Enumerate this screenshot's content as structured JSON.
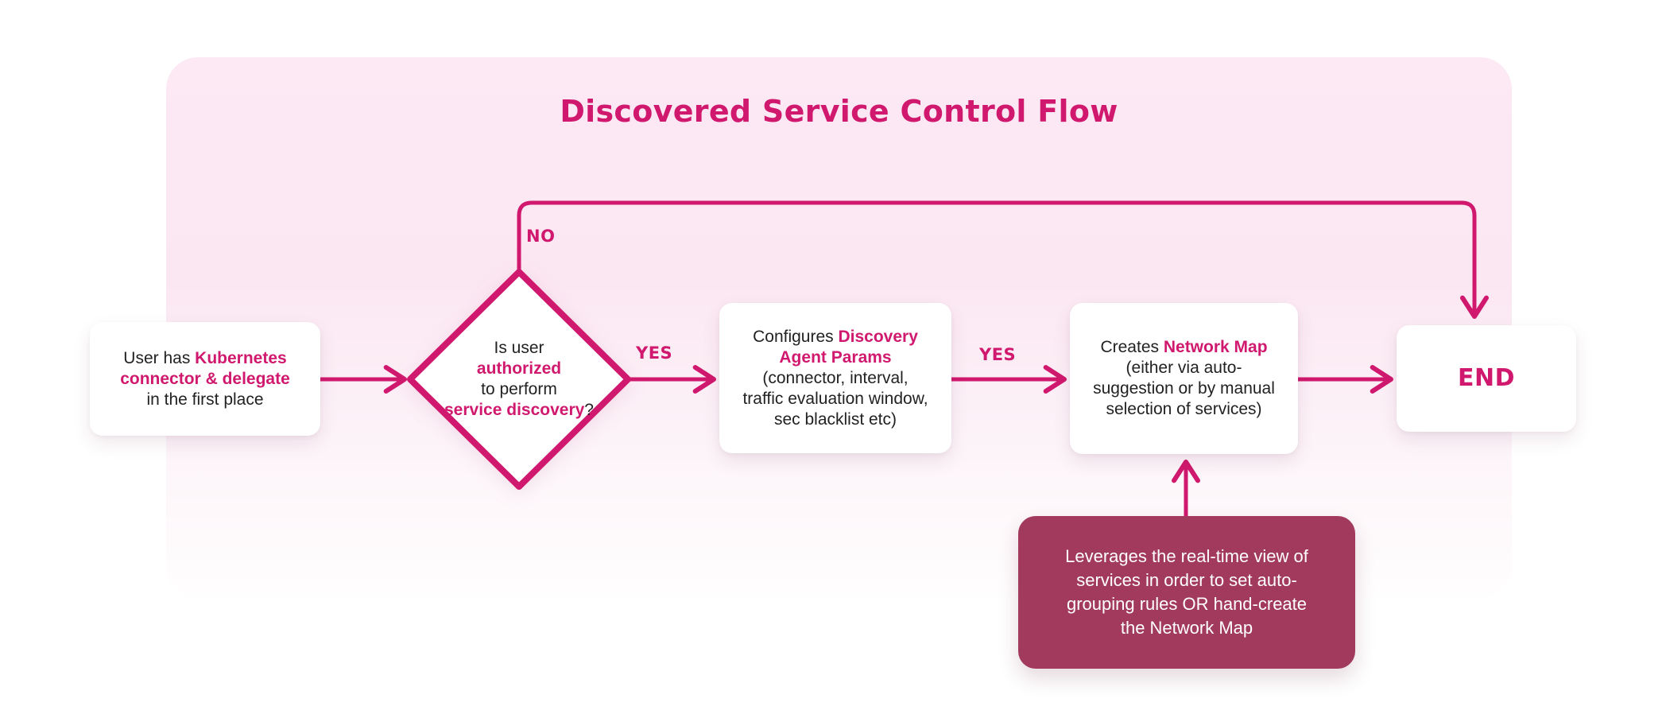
{
  "title": "Discovered Service Control Flow",
  "edge_labels": {
    "no": "NO",
    "yes_decision": "YES",
    "yes_configure": "YES"
  },
  "colors": {
    "accent": "#d0196e",
    "note_background": "#a23a5e",
    "board_pink_top": "#fce9f4",
    "board_pink_bottom": "#fffefe",
    "node_background": "#ffffff",
    "body_text": "#222222",
    "note_text": "#ffffff"
  },
  "nodes": {
    "start": {
      "lines": [
        {
          "segments": [
            {
              "text": "User has ",
              "highlight": false
            },
            {
              "text": "Kubernetes",
              "highlight": true
            }
          ]
        },
        {
          "segments": [
            {
              "text": "connector & delegate",
              "highlight": true
            }
          ]
        },
        {
          "segments": [
            {
              "text": "in the first place",
              "highlight": false
            }
          ]
        }
      ]
    },
    "decision": {
      "lines": [
        {
          "segments": [
            {
              "text": "Is user",
              "highlight": false
            }
          ]
        },
        {
          "segments": [
            {
              "text": "authorized",
              "highlight": true
            }
          ]
        },
        {
          "segments": [
            {
              "text": "to perform",
              "highlight": false
            }
          ]
        },
        {
          "segments": [
            {
              "text": "service discovery",
              "highlight": true
            },
            {
              "text": "?",
              "highlight": false
            }
          ]
        }
      ]
    },
    "configure": {
      "lines": [
        {
          "segments": [
            {
              "text": "Configures ",
              "highlight": false
            },
            {
              "text": "Discovery",
              "highlight": true
            }
          ]
        },
        {
          "segments": [
            {
              "text": "Agent Params",
              "highlight": true
            }
          ]
        },
        {
          "segments": [
            {
              "text": "(connector, interval,",
              "highlight": false
            }
          ]
        },
        {
          "segments": [
            {
              "text": "traffic evaluation window,",
              "highlight": false
            }
          ]
        },
        {
          "segments": [
            {
              "text": "sec blacklist etc)",
              "highlight": false
            }
          ]
        }
      ]
    },
    "create_map": {
      "lines": [
        {
          "segments": [
            {
              "text": "Creates ",
              "highlight": false
            },
            {
              "text": "Network Map",
              "highlight": true
            }
          ]
        },
        {
          "segments": [
            {
              "text": "(either via auto-",
              "highlight": false
            }
          ]
        },
        {
          "segments": [
            {
              "text": "suggestion or by manual",
              "highlight": false
            }
          ]
        },
        {
          "segments": [
            {
              "text": "selection of services)",
              "highlight": false
            }
          ]
        }
      ]
    },
    "end": {
      "label": "END"
    },
    "note": {
      "lines": [
        {
          "segments": [
            {
              "text": "Leverages the real-time view of",
              "highlight": false
            }
          ]
        },
        {
          "segments": [
            {
              "text": "services in order to set auto-",
              "highlight": false
            }
          ]
        },
        {
          "segments": [
            {
              "text": "grouping rules OR hand-create",
              "highlight": false
            }
          ]
        },
        {
          "segments": [
            {
              "text": "the Network Map",
              "highlight": false
            }
          ]
        }
      ]
    }
  }
}
